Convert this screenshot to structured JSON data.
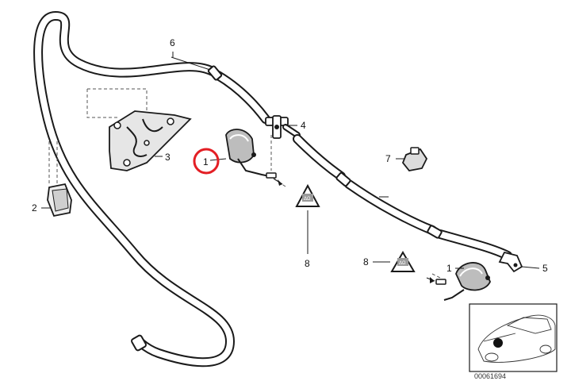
{
  "diagram": {
    "callouts": {
      "c1_main": "1",
      "c1_second": "1",
      "c2": "2",
      "c3": "3",
      "c4": "4",
      "c5": "5",
      "c6": "6",
      "c7": "7",
      "c8_right": "8",
      "c8_bottom": "8"
    },
    "reference_code": "00061694",
    "highlight_color": "#e31e24"
  }
}
